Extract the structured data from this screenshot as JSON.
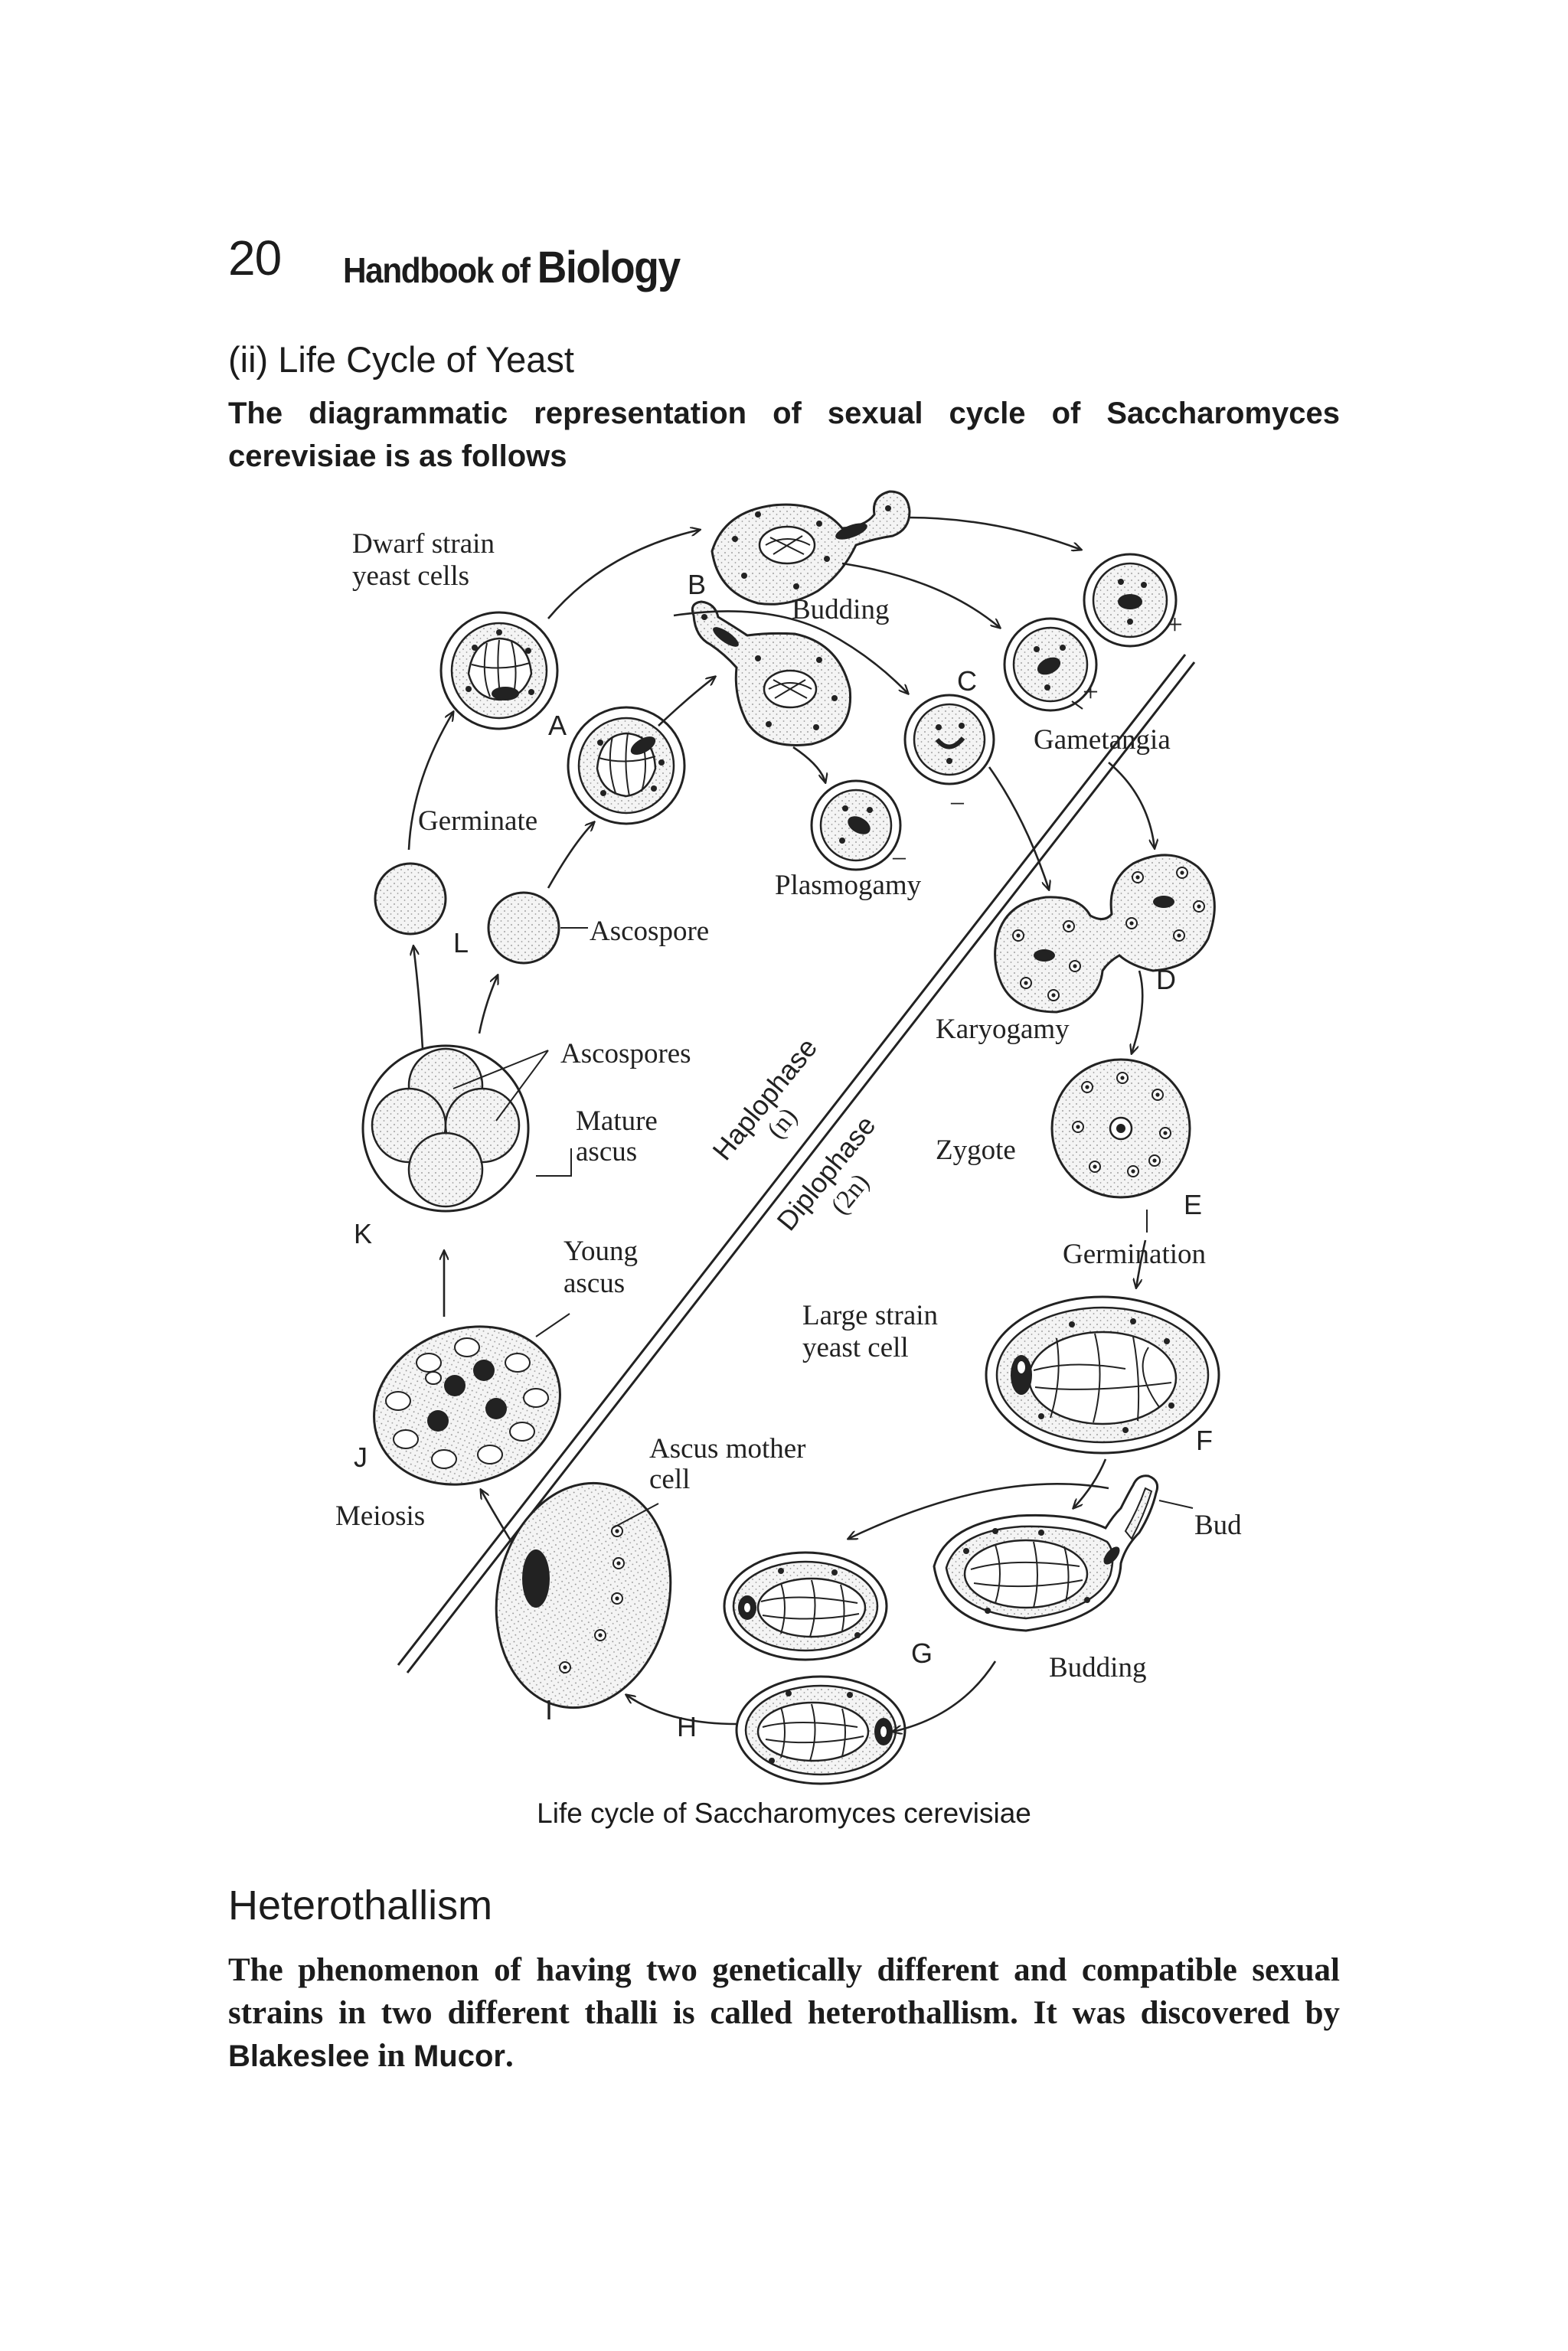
{
  "header": {
    "page_number": "20",
    "title_prefix": "Handbook of",
    "title_main": "Biology"
  },
  "section": {
    "heading": "(ii) Life Cycle of Yeast",
    "intro": "The diagrammatic representation of sexual cycle of Saccharomyces cerevisiae is as follows"
  },
  "figure": {
    "labels": {
      "dwarf_strain": "Dwarf strain",
      "yeast_cells": "yeast cells",
      "budding_top": "Budding",
      "gametangia": "Gametangia",
      "germinate": "Germinate",
      "plasmogamy": "Plasmogamy",
      "ascospore": "Ascospore",
      "karyogamy": "Karyogamy",
      "ascospores": "Ascospores",
      "mature": "Mature",
      "ascus": "ascus",
      "zygote": "Zygote",
      "young": "Young",
      "ascus2": "ascus",
      "germination": "Germination",
      "large_strain": "Large strain",
      "yeast_cell": "yeast cell",
      "ascus_mother": "Ascus mother",
      "cell": "cell",
      "meiosis": "Meiosis",
      "bud": "Bud",
      "budding_bottom": "Budding"
    },
    "phases": {
      "haplo": "Haplophase",
      "haplo_n": "(n)",
      "diplo": "Diplophase",
      "diplo_n": "(2n)"
    },
    "signs": {
      "plus": "+",
      "minus": "−"
    },
    "letters": {
      "A": "A",
      "B": "B",
      "C": "C",
      "D": "D",
      "E": "E",
      "F": "F",
      "G": "G",
      "H": "H",
      "I": "I",
      "J": "J",
      "K": "K",
      "L": "L"
    },
    "caption": "Life cycle of Saccharomyces cerevisiae"
  },
  "heterothallism": {
    "heading": "Heterothallism",
    "text_serif": "The phenomenon of having two genetically different and compatible sexual strains in two different thalli is called heterothallism. It was discovered by ",
    "name1": "Blakeslee",
    "text_mid": " in ",
    "name2": "Mucor",
    "text_end": "."
  }
}
